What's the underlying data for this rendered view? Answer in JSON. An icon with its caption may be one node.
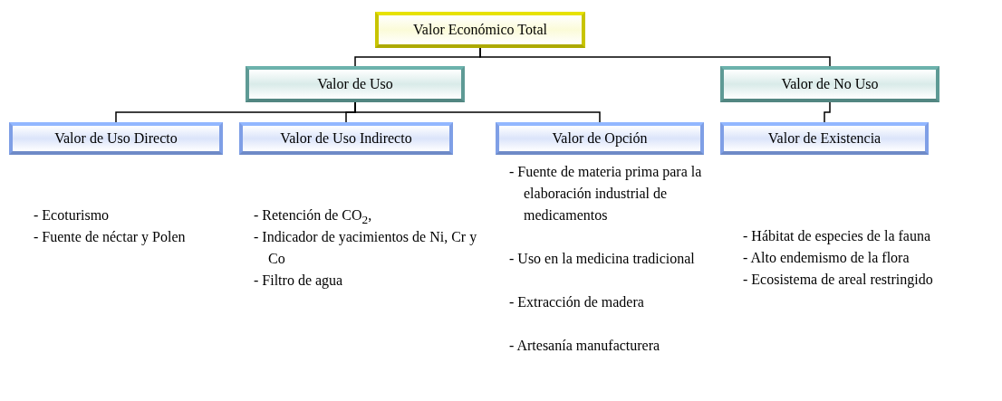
{
  "diagram": {
    "nodes": [
      {
        "text": [
          "Valor Económico Total"
        ]
      },
      {
        "text": [
          "Valor de Uso"
        ]
      },
      {
        "text": [
          "Valor de No Uso"
        ]
      },
      {
        "text": [
          "Valor de Uso Directo"
        ]
      },
      {
        "text": [
          "Valor de Uso Indirecto"
        ]
      },
      {
        "text": [
          "Valor de Opción"
        ]
      },
      {
        "text": [
          "Valor de Existencia"
        ]
      }
    ],
    "edges": [
      {
        "from": 0,
        "to": 1,
        "arrow": "none"
      },
      {
        "from": 0,
        "to": 2,
        "arrow": "none"
      },
      {
        "from": 1,
        "to": 3,
        "arrow": "none"
      },
      {
        "from": 1,
        "to": 4,
        "arrow": "none"
      },
      {
        "from": 1,
        "to": 5,
        "arrow": "none"
      },
      {
        "from": 2,
        "to": 6,
        "arrow": "none"
      }
    ],
    "labels": [
      "- Ecoturismo",
      "- Fuente de néctar y Polen",
      "- Retención de CO$_{2}$,",
      "- Indicador de yacimientos de Ni, Cr y Co",
      "- Filtro de agua",
      "- Fuente de materia prima para la elaboración industrial de medicamentos",
      "- Uso en la medicina tradicional",
      "- Extracción de madera",
      "- Artesanía manufacturera",
      "- Hábitat de especies de la fauna",
      "- Alto endemismo de la flora",
      "- Ecosistema de areal restringido"
    ]
  }
}
